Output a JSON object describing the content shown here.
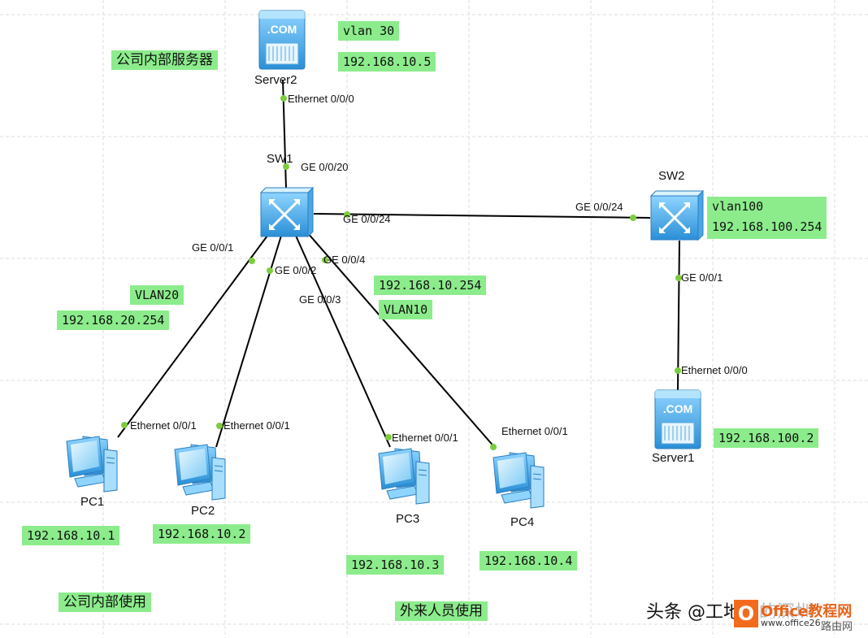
{
  "devices": {
    "server2": {
      "name": "Server2",
      "icon": "server-icon"
    },
    "sw1": {
      "name": "SW1",
      "icon": "switch-icon"
    },
    "sw2": {
      "name": "SW2",
      "icon": "switch-icon"
    },
    "server1": {
      "name": "Server1",
      "icon": "server-icon"
    },
    "pc1": {
      "name": "PC1",
      "icon": "pc-icon"
    },
    "pc2": {
      "name": "PC2",
      "icon": "pc-icon"
    },
    "pc3": {
      "name": "PC3",
      "icon": "pc-icon"
    },
    "pc4": {
      "name": "PC4",
      "icon": "pc-icon"
    }
  },
  "server_badge": ".COM",
  "ports": {
    "server2_eth": "Ethernet 0/0/0",
    "sw1_ge20": "GE 0/0/20",
    "sw1_ge24": "GE 0/0/24",
    "sw2_ge24": "GE 0/0/24",
    "sw1_ge1": "GE 0/0/1",
    "sw1_ge2": "GE 0/0/2",
    "sw1_ge3": "GE 0/0/3",
    "sw1_ge4": "GE 0/0/4",
    "sw2_ge1": "GE 0/0/1",
    "server1_eth": "Ethernet 0/0/0",
    "pc1_eth": "Ethernet 0/0/1",
    "pc2_eth": "Ethernet 0/0/1",
    "pc3_eth": "Ethernet 0/0/1",
    "pc4_eth": "Ethernet 0/0/1"
  },
  "labels": {
    "server2_vlan": "vlan 30",
    "server2_ip": "192.168.10.5",
    "server2_desc": "公司内部服务器",
    "sw2_vlan_ip": "vlan100\n192.168.100.254",
    "vlan20": "VLAN20",
    "vlan20_ip": "192.168.20.254",
    "vlan10_ip": "192.168.10.254",
    "vlan10": "VLAN10",
    "server1_ip": "192.168.100.2",
    "pc1_ip": "192.168.10.1",
    "pc2_ip": "192.168.10.2",
    "pc3_ip": "192.168.10.3",
    "pc4_ip": "192.168.10.4",
    "internal_use": "公司内部使用",
    "visitor_use": "外来人员使用"
  },
  "watermark": {
    "author": "头条 @工地男的深圳",
    "brand": "Office教程网",
    "site": "www.office26.com",
    "extra": "路由网"
  },
  "colors": {
    "label_bg": "#8cec8c",
    "link": "#000000",
    "port_dot": "#7ccc3c",
    "device_blue": "#3a9ee0",
    "grid": "#dcdcdc"
  }
}
